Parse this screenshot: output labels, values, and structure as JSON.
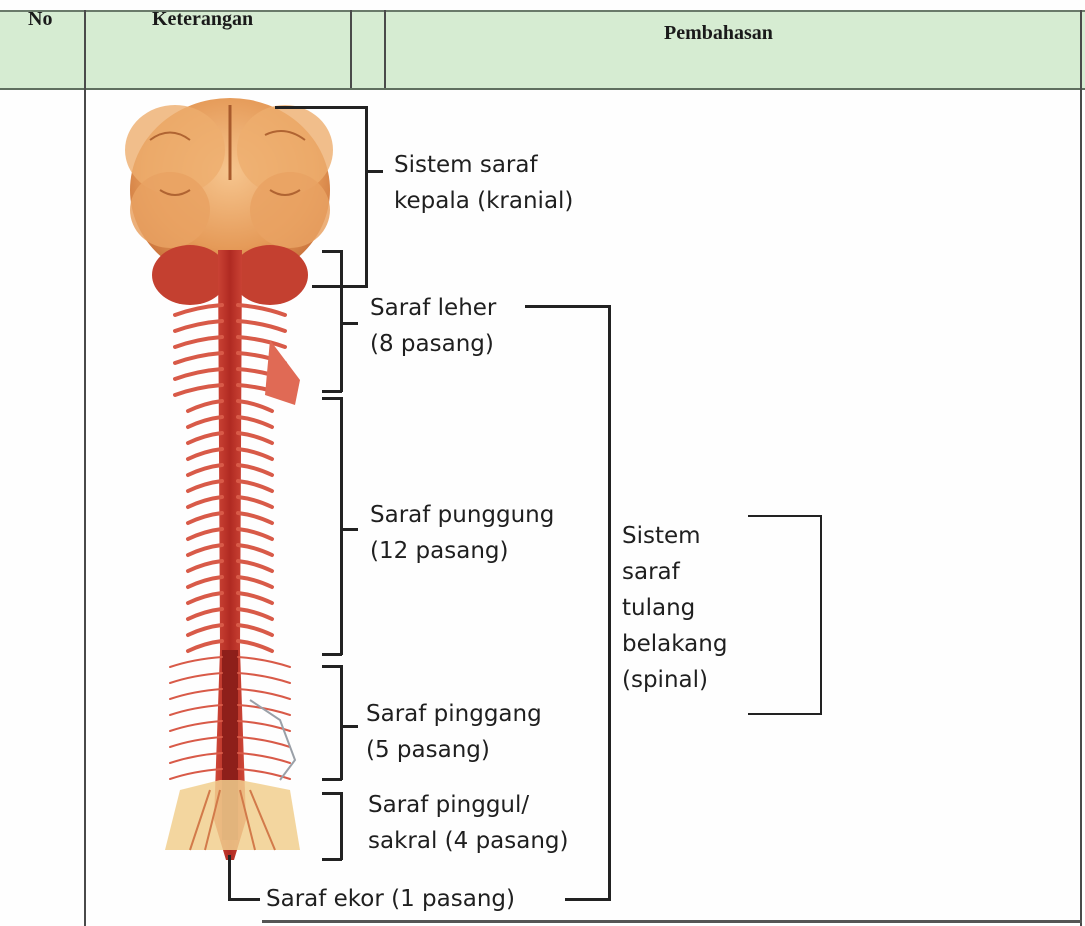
{
  "table": {
    "headers": {
      "no": "No",
      "keterangan": "Keterangan",
      "pembahasan": "Pembahasan"
    }
  },
  "figure": {
    "labels": {
      "cranial": [
        "Sistem saraf",
        "kepala (kranial)"
      ],
      "cervical": [
        "Saraf leher",
        "(8 pasang)"
      ],
      "thoracic": [
        "Saraf punggung",
        "(12 pasang)"
      ],
      "lumbar": [
        "Saraf pinggang",
        "(5 pasang)"
      ],
      "sacral": [
        "Saraf pinggul/",
        "sakral (4 pasang)"
      ],
      "coccygeal": "Saraf ekor (1 pasang)",
      "spinal": [
        "Sistem",
        "saraf",
        "tulang",
        "belakang",
        "(spinal)"
      ]
    }
  },
  "colors": {
    "header_bg": "#d6ecd2",
    "nerve": "#c0392b",
    "brain": "#e8a45c"
  },
  "icons": {
    "illustration": "brain-spinal-cord-illustration"
  }
}
